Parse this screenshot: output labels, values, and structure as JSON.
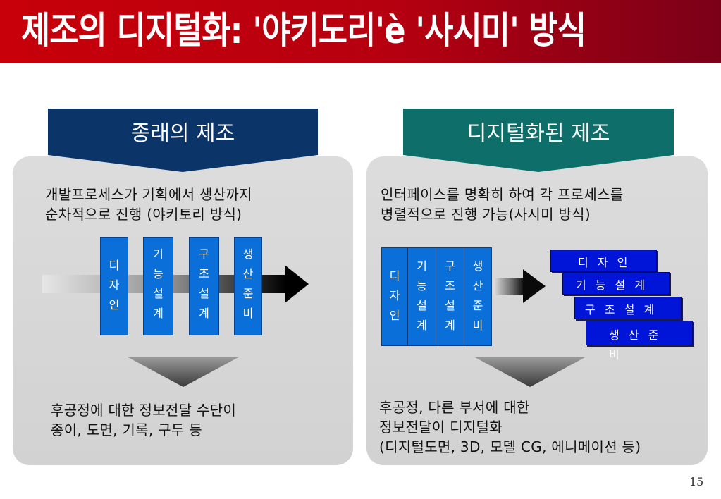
{
  "slide": {
    "title": "제조의 디지털화: '야키도리'è '사시미' 방식",
    "page_number": "15"
  },
  "left": {
    "header": "종래의 제조",
    "description": [
      "개발프로세스가 기획에서 생산까지",
      "순차적으로 진행 (야키토리 방식)"
    ],
    "stages": [
      {
        "label": [
          "디",
          "자",
          "인"
        ]
      },
      {
        "label": [
          "기",
          "능",
          "설",
          "계"
        ]
      },
      {
        "label": [
          "구",
          "조",
          "설",
          "계"
        ]
      },
      {
        "label": [
          "생",
          "산",
          "준",
          "비"
        ]
      }
    ],
    "result": [
      "후공정에 대한 정보전달 수단이",
      "종이, 도면, 기록, 구두 등"
    ]
  },
  "right": {
    "header": "디지털화된 제조",
    "description": [
      "인터페이스를 명확히 하여 각 프로세스를",
      "병렬적으로 진행 가능(사시미 방식)"
    ],
    "stages": [
      {
        "label": [
          "디",
          "자",
          "인"
        ]
      },
      {
        "label": [
          "기",
          "능",
          "설",
          "계"
        ]
      },
      {
        "label": [
          "구",
          "조",
          "설",
          "계"
        ]
      },
      {
        "label": [
          "생",
          "산",
          "준",
          "비"
        ]
      }
    ],
    "overlap_stages": [
      "디 자 인",
      "기 능 설 계",
      "구 조 설 계",
      "생 산 준"
    ],
    "overlap_overflow": "비",
    "result": [
      "후공정, 다른 부서에 대한",
      "정보전달이 디지털화",
      "(디지털도면, 3D, 모델 CG, 에니메이션 등)"
    ]
  },
  "colors": {
    "title_red": "#c8000a",
    "left_header": "#0b3468",
    "right_header": "#0e6e6a",
    "stage_blue": "#0a6fd8",
    "overlap_blue": "#0015d8",
    "panel_gray": "#d6d6d6"
  }
}
